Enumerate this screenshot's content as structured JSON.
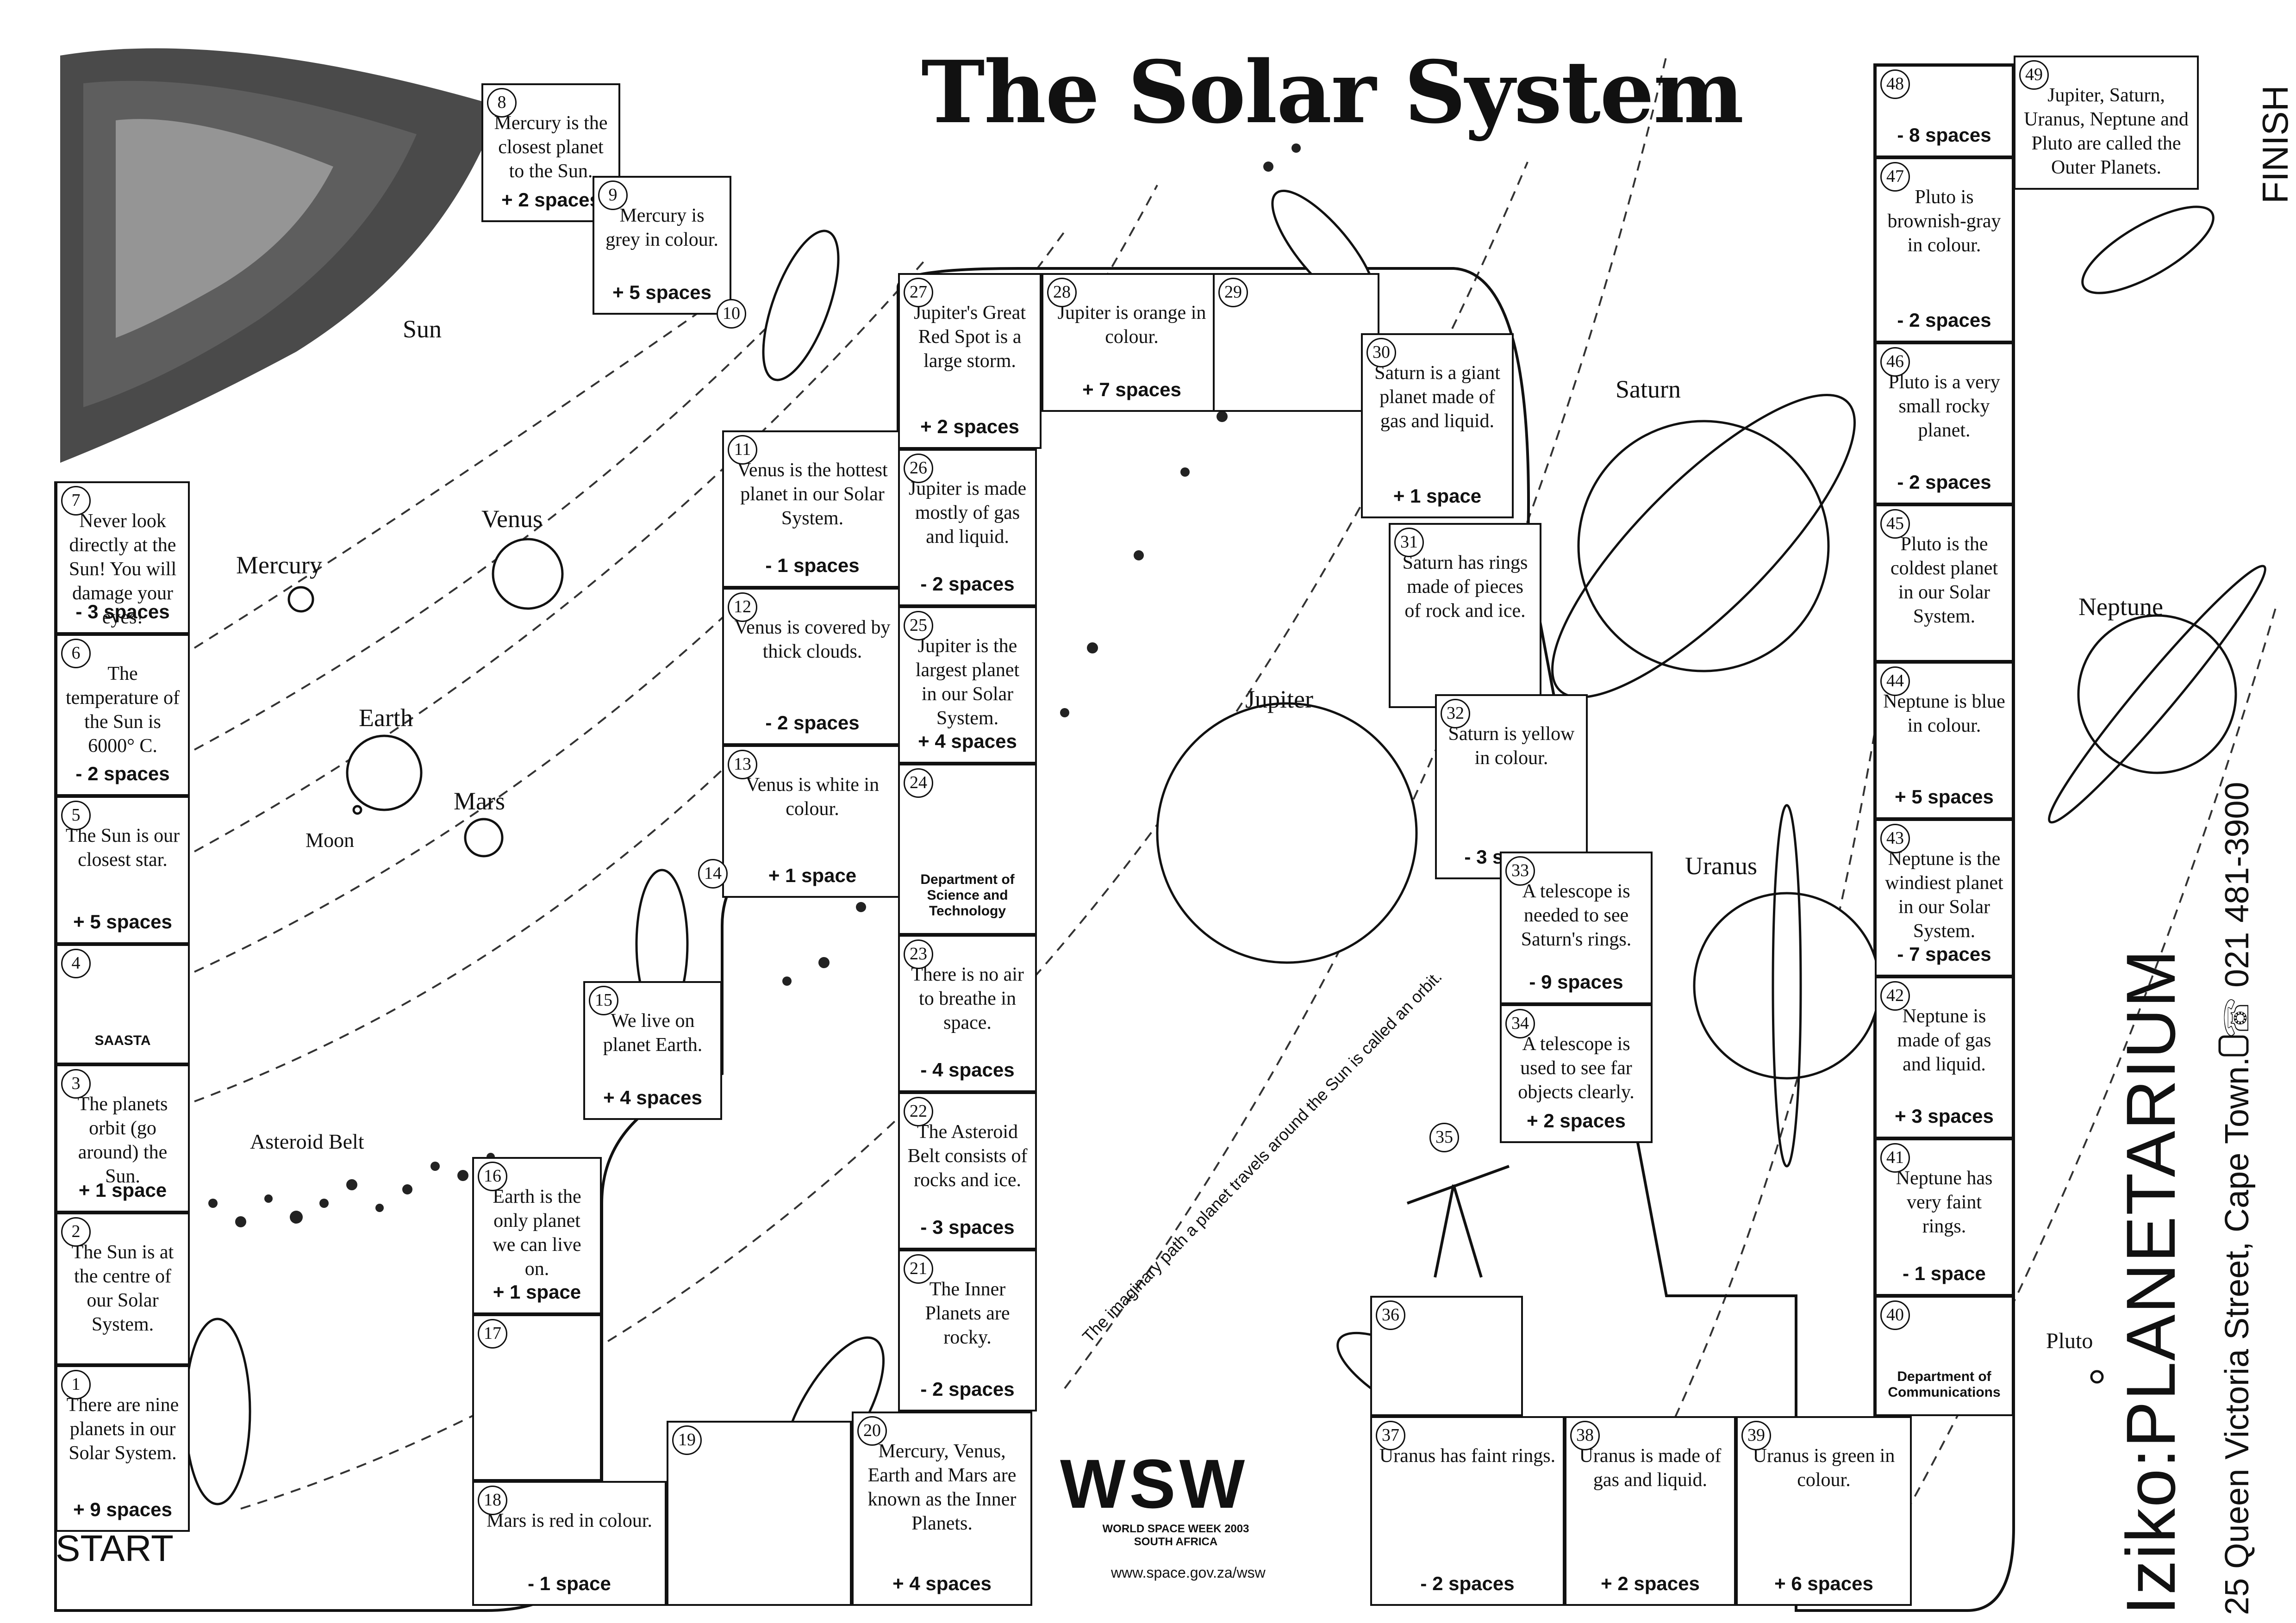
{
  "title": "The Solar System",
  "start_label": "START",
  "finish_label": "FINISH",
  "venue": "Iziko:PLANETARIUM",
  "address": "25 Queen Victoria Street, Cape Town.",
  "phone": "021 481-3900",
  "wsw": {
    "logo": "WSW",
    "line1": "WORLD SPACE WEEK 2003",
    "line2": "SOUTH AFRICA",
    "url": "www.space.gov.za/wsw"
  },
  "orbit_caption": "The imaginary path a planet travels around the Sun is called an orbit.",
  "labels": {
    "sun": "Sun",
    "mercury": "Mercury",
    "venus": "Venus",
    "earth": "Earth",
    "moon": "Moon",
    "mars": "Mars",
    "asteroid_belt": "Asteroid Belt",
    "jupiter": "Jupiter",
    "saturn": "Saturn",
    "uranus": "Uranus",
    "neptune": "Neptune",
    "pluto": "Pluto"
  },
  "logos": {
    "saasta": "SAASTA",
    "dst": "Department of Science and Technology",
    "doc": "Department of Communications"
  },
  "squares": [
    {
      "n": "1",
      "text": "There are nine planets in our Solar System.",
      "move": "+ 9 spaces"
    },
    {
      "n": "2",
      "text": "The Sun is at the centre of our Solar System.",
      "move": ""
    },
    {
      "n": "3",
      "text": "The planets orbit (go around) the Sun.",
      "move": "+ 1 space"
    },
    {
      "n": "4",
      "text": "",
      "move": ""
    },
    {
      "n": "5",
      "text": "The Sun is our closest star.",
      "move": "+ 5 spaces"
    },
    {
      "n": "6",
      "text": "The temperature of the Sun is 6000° C.",
      "move": "- 2 spaces"
    },
    {
      "n": "7",
      "text": "Never look directly at the Sun! You will damage your eyes!",
      "move": "- 3 spaces"
    },
    {
      "n": "8",
      "text": "Mercury is the closest planet to the Sun.",
      "move": "+ 2 spaces"
    },
    {
      "n": "9",
      "text": "Mercury is grey in colour.",
      "move": "+ 5 spaces"
    },
    {
      "n": "10",
      "text": "",
      "move": ""
    },
    {
      "n": "11",
      "text": "Venus is the hottest planet in our Solar System.",
      "move": "- 1 spaces"
    },
    {
      "n": "12",
      "text": "Venus is covered by thick clouds.",
      "move": "- 2 spaces"
    },
    {
      "n": "13",
      "text": "Venus is white in colour.",
      "move": "+ 1 space"
    },
    {
      "n": "14",
      "text": "",
      "move": ""
    },
    {
      "n": "15",
      "text": "We live on planet Earth.",
      "move": "+ 4 spaces"
    },
    {
      "n": "16",
      "text": "Earth is the only planet we can live on.",
      "move": "+ 1 space"
    },
    {
      "n": "17",
      "text": "",
      "move": ""
    },
    {
      "n": "18",
      "text": "Mars is red in colour.",
      "move": "- 1 space"
    },
    {
      "n": "19",
      "text": "",
      "move": ""
    },
    {
      "n": "20",
      "text": "Mercury, Venus, Earth and Mars are known as the Inner Planets.",
      "move": "+ 4 spaces"
    },
    {
      "n": "21",
      "text": "The Inner Planets are rocky.",
      "move": "- 2 spaces"
    },
    {
      "n": "22",
      "text": "The Asteroid Belt consists of rocks and ice.",
      "move": "- 3 spaces"
    },
    {
      "n": "23",
      "text": "There is no air to breathe in space.",
      "move": "- 4 spaces"
    },
    {
      "n": "24",
      "text": "",
      "move": ""
    },
    {
      "n": "25",
      "text": "Jupiter is the largest planet in our Solar System.",
      "move": "+ 4 spaces"
    },
    {
      "n": "26",
      "text": "Jupiter is made mostly of gas and liquid.",
      "move": "- 2 spaces"
    },
    {
      "n": "27",
      "text": "Jupiter's Great Red Spot is a large storm.",
      "move": "+ 2 spaces"
    },
    {
      "n": "28",
      "text": "Jupiter is orange in colour.",
      "move": "+ 7 spaces"
    },
    {
      "n": "29",
      "text": "",
      "move": ""
    },
    {
      "n": "30",
      "text": "Saturn is a giant planet made of gas and liquid.",
      "move": "+ 1 space"
    },
    {
      "n": "31",
      "text": "Saturn has rings made of pieces of rock and ice.",
      "move": ""
    },
    {
      "n": "32",
      "text": "Saturn is yellow in colour.",
      "move": "- 3 spaces"
    },
    {
      "n": "33",
      "text": "A telescope is needed to see Saturn's rings.",
      "move": "- 9 spaces"
    },
    {
      "n": "34",
      "text": "A telescope is used to see far objects clearly.",
      "move": "+ 2 spaces"
    },
    {
      "n": "35",
      "text": "",
      "move": ""
    },
    {
      "n": "36",
      "text": "",
      "move": ""
    },
    {
      "n": "37",
      "text": "Uranus has faint rings.",
      "move": "- 2 spaces"
    },
    {
      "n": "38",
      "text": "Uranus is made of gas and liquid.",
      "move": "+ 2 spaces"
    },
    {
      "n": "39",
      "text": "Uranus is green in colour.",
      "move": "+ 6 spaces"
    },
    {
      "n": "40",
      "text": "",
      "move": ""
    },
    {
      "n": "41",
      "text": "Neptune has very faint rings.",
      "move": "- 1 space"
    },
    {
      "n": "42",
      "text": "Neptune is made of gas and liquid.",
      "move": "+ 3 spaces"
    },
    {
      "n": "43",
      "text": "Neptune is the windiest planet in our Solar System.",
      "move": "- 7 spaces"
    },
    {
      "n": "44",
      "text": "Neptune is blue in colour.",
      "move": "+ 5 spaces"
    },
    {
      "n": "45",
      "text": "Pluto is the coldest planet in our Solar System.",
      "move": ""
    },
    {
      "n": "46",
      "text": "Pluto is a very small rocky planet.",
      "move": "- 2 spaces"
    },
    {
      "n": "47",
      "text": "Pluto is brownish-gray in colour.",
      "move": "- 2 spaces"
    },
    {
      "n": "48",
      "text": "",
      "move": "- 8 spaces"
    },
    {
      "n": "49",
      "text": "Jupiter, Saturn, Uranus, Neptune and Pluto are called the Outer Planets.",
      "move": ""
    }
  ]
}
